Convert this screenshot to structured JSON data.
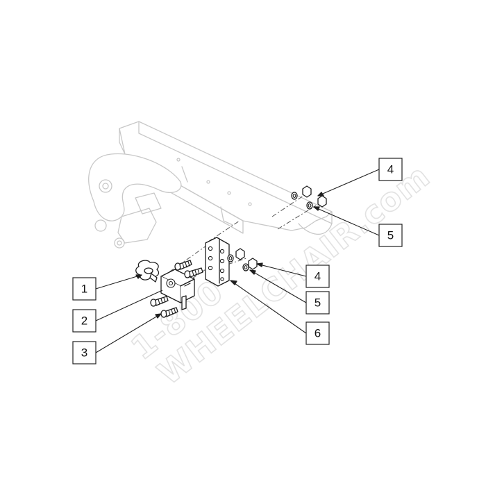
{
  "watermark": {
    "text_line1": "1-800",
    "text_line2": "WHEELCHAIR.com"
  },
  "callouts": [
    {
      "id": "1",
      "label": "1"
    },
    {
      "id": "2",
      "label": "2"
    },
    {
      "id": "3",
      "label": "3"
    },
    {
      "id": "4a",
      "label": "4"
    },
    {
      "id": "5a",
      "label": "5"
    },
    {
      "id": "4b",
      "label": "4"
    },
    {
      "id": "5b",
      "label": "5"
    },
    {
      "id": "6",
      "label": "6"
    }
  ],
  "parts": {
    "1": "knob",
    "2": "bracket",
    "3": "screw",
    "4": "nut",
    "5": "washer",
    "6": "mounting-plate"
  }
}
